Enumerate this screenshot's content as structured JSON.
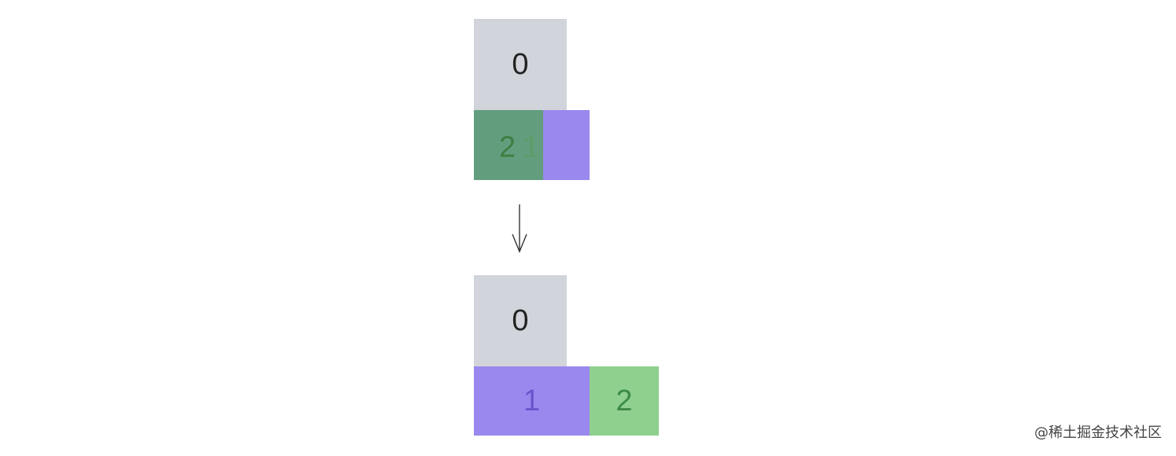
{
  "top_diagram": {
    "box0_label": "0",
    "box2_label": "2",
    "box1_label": "1"
  },
  "bottom_diagram": {
    "box0_label": "0",
    "box1_label": "1",
    "box2_label": "2"
  },
  "colors": {
    "gray": "#d1d5db",
    "purple": "#9b88ee",
    "green": "#8fd08f",
    "overlap_green": "#5aa06e"
  },
  "watermark": "@稀土掘金技术社区"
}
